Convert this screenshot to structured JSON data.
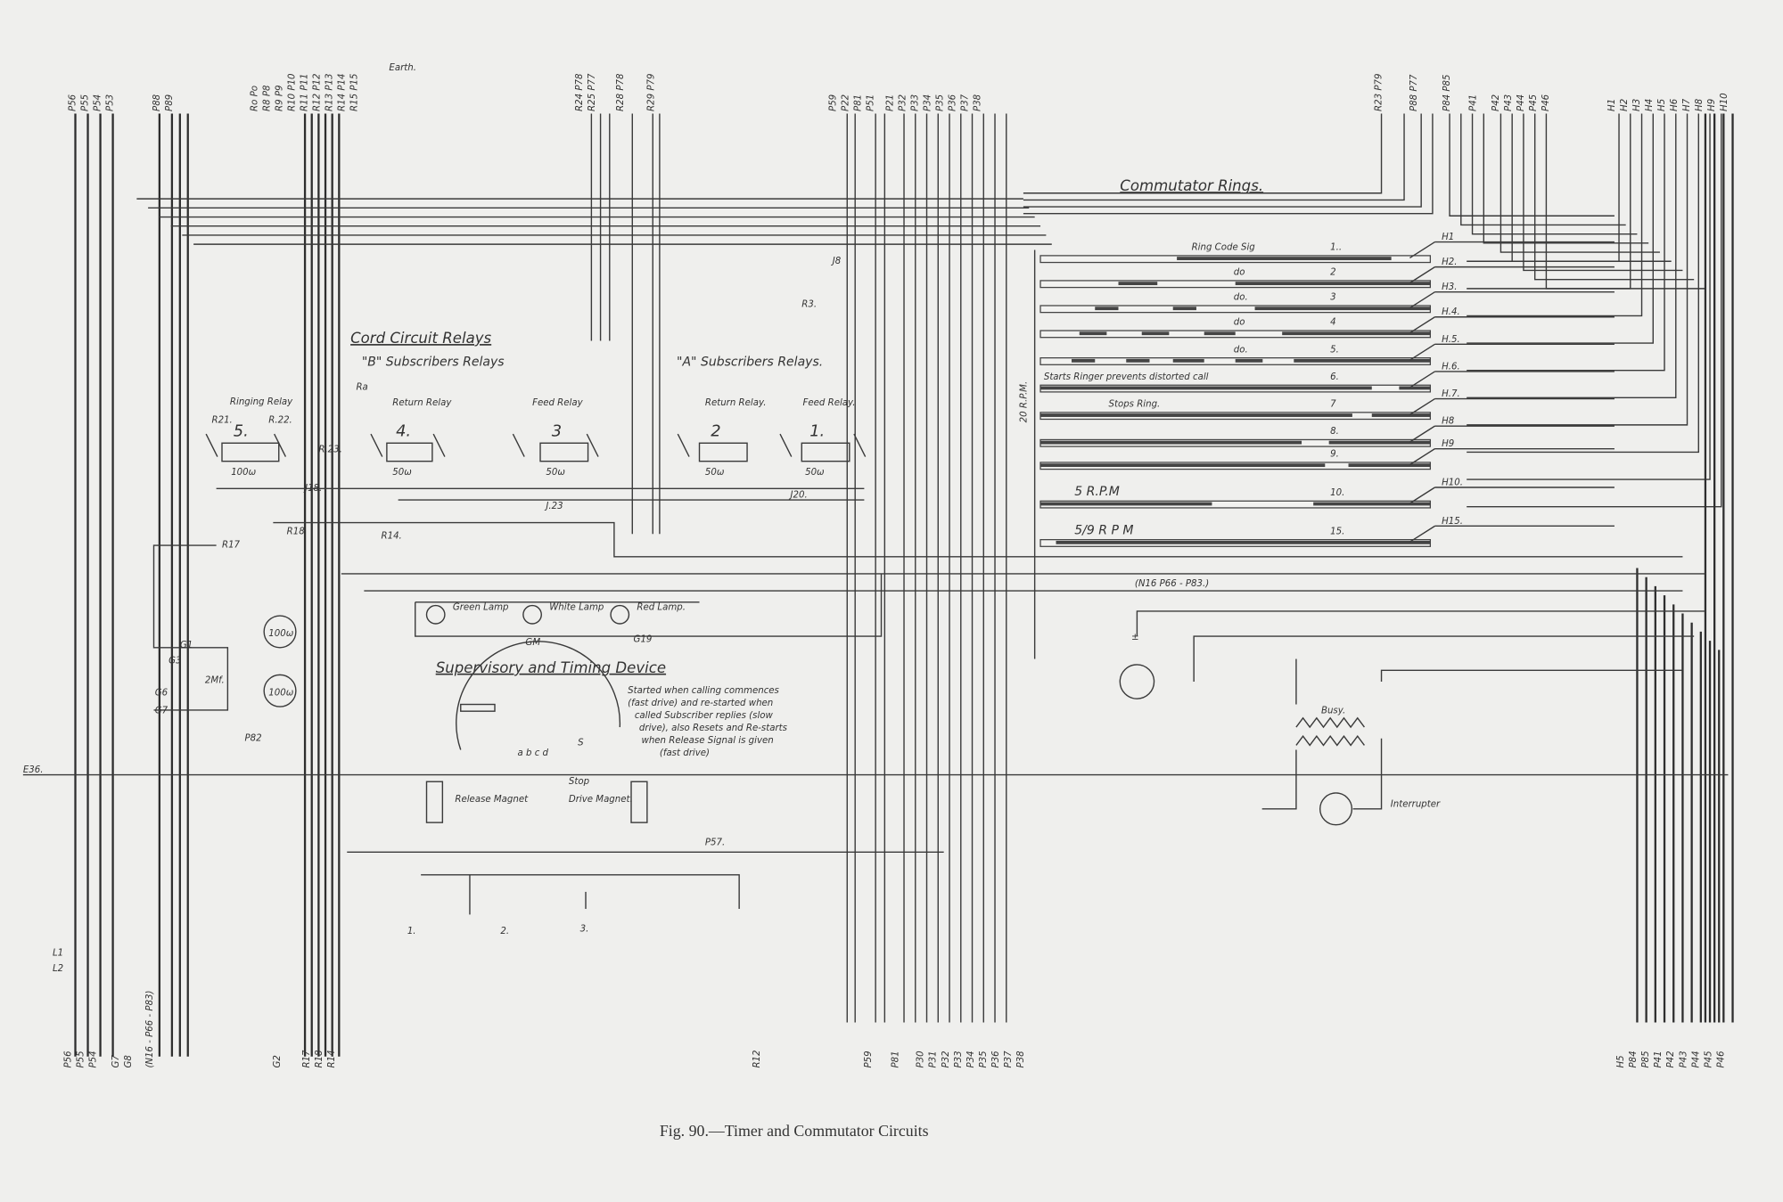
{
  "caption": "Fig. 90.—Timer and Commutator Circuits",
  "sections": {
    "cord_circuit": "Cord Circuit Relays",
    "b_relays": "\"B\" Subscribers Relays",
    "a_relays": "\"A\" Subscribers Relays.",
    "commutator": "Commutator Rings.",
    "supervisory": "Supervisory and Timing Device"
  },
  "timing_note": [
    "Started when calling commences",
    "(fast drive) and re-started when",
    "called Subscriber replies (slow",
    "drive), also Resets and Re-starts",
    "when Release Signal is given",
    "(fast drive)"
  ],
  "relays": [
    {
      "num": "5.",
      "name": "Ringing Relay",
      "res": "100ω"
    },
    {
      "num": "4.",
      "name": "Return Relay",
      "res": "50ω"
    },
    {
      "num": "3",
      "name": "Feed Relay",
      "res": "50ω"
    },
    {
      "num": "2",
      "name": "Return Relay.",
      "res": "50ω"
    },
    {
      "num": "1.",
      "name": "Feed Relay.",
      "res": "50ω"
    }
  ],
  "lamps": [
    "Green Lamp",
    "White Lamp",
    "Red Lamp."
  ],
  "magnets": [
    "Release Magnet",
    "Drive Magnet."
  ],
  "timer_labels": {
    "contacts": "a b c d",
    "s": "S",
    "stop": "Stop"
  },
  "rings": [
    {
      "num": "1..",
      "label": "Ring Code Sig",
      "h": "H1"
    },
    {
      "num": "2",
      "label": "do",
      "h": "H2."
    },
    {
      "num": "3",
      "label": "do.",
      "h": "H3."
    },
    {
      "num": "4",
      "label": "do",
      "h": "H.4."
    },
    {
      "num": "5.",
      "label": "do.",
      "h": "H.5."
    },
    {
      "num": "6.",
      "label": "Starts Ringer prevents distorted call",
      "h": "H.6."
    },
    {
      "num": "7",
      "label": "Stops Ring.",
      "h": "H.7."
    },
    {
      "num": "8.",
      "label": "",
      "h": "H8"
    },
    {
      "num": "9.",
      "label": "",
      "h": "H9"
    },
    {
      "num": "10.",
      "label": "5 R.P.M",
      "h": "H10."
    },
    {
      "num": "15.",
      "label": "5/9 R P M",
      "h": "H15."
    }
  ],
  "ring_speed": "20 R.P.M.",
  "wire_labels": {
    "earth": "Earth.",
    "e36": "E36.",
    "l1": "L1",
    "l2": "L2",
    "j8": "J8",
    "r3": "R3.",
    "ra": "Ra",
    "r21": "R21.",
    "r22": "R.22.",
    "r23": "R.23.",
    "j18": "J18.",
    "j23": "J.23",
    "j20": "J20.",
    "r17": "R17",
    "r18": "R18",
    "r14": "R14.",
    "g1": "G1",
    "g3": "G3",
    "g6": "G6",
    "g7": "G7",
    "cond": "2Mf.",
    "res100a": "100ω",
    "res100b": "100ω",
    "p82": "P82",
    "gm": "GM",
    "g19": "G19",
    "p57": "P57.",
    "n16": "(N16  P66 - P83.)",
    "busy": "Busy.",
    "interrupter": "Interrupter",
    "plusminus": "±",
    "sw1": "1.",
    "sw2": "2.",
    "sw3": "3."
  },
  "top_labels": [
    "P56",
    "P55",
    "P54",
    "P53",
    "P88",
    "P89",
    "Ro  Po",
    "R8  P8",
    "R9  P9",
    "R10 P10",
    "R11 P11",
    "R12 P12",
    "R13 P13",
    "R14 P14",
    "R15 P15",
    "R24 P78",
    "R25 P77",
    "R28 P78",
    "R29 P79",
    "P59",
    "P22",
    "P81",
    "P51",
    "P21",
    "P32",
    "P33",
    "P34",
    "P35",
    "P36",
    "P37",
    "P38",
    "R23  P79",
    "P88  P77",
    "P84  P85",
    "P41",
    "P42",
    "P43",
    "P44",
    "P45",
    "P46",
    "H1",
    "H2",
    "H3",
    "H4",
    "H5",
    "H6",
    "H7",
    "H8",
    "H9",
    "H10"
  ],
  "bottom_labels": [
    "P56",
    "P55",
    "P54",
    "G7",
    "G8",
    "(N16 - P66 - P83)",
    "G2",
    "R17",
    "R18",
    "R14",
    "R12",
    "P59",
    "P81",
    "P30",
    "P31",
    "P32",
    "P33",
    "P34",
    "P35",
    "P36",
    "P37",
    "P38",
    "H5",
    "P84",
    "P85",
    "P41",
    "P42",
    "P43",
    "P44",
    "P45",
    "P46"
  ]
}
